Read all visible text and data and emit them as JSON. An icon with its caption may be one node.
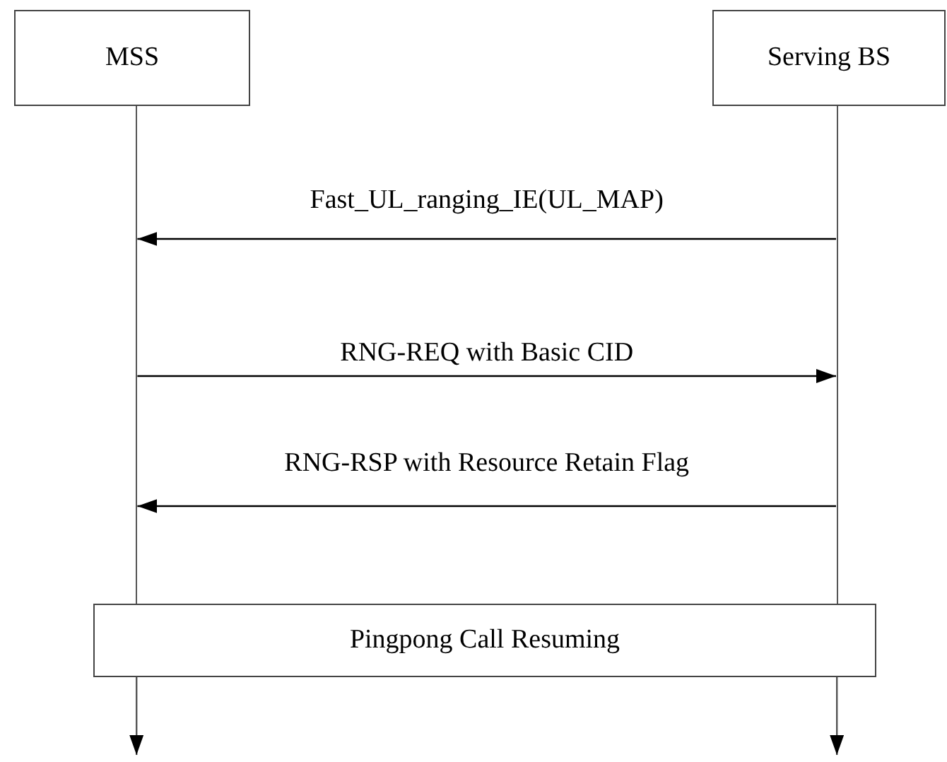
{
  "diagram": {
    "nodes": [
      {
        "text": [
          "MSS"
        ]
      },
      {
        "text": [
          "Serving BS"
        ]
      },
      {
        "text": [
          "Pingpong Call Resuming"
        ]
      },
      {
        "text": [],
        "shape": "bar"
      },
      {
        "text": [],
        "shape": "bar"
      }
    ],
    "edges": [
      {
        "from": 4,
        "to": 3,
        "arrow": "to",
        "label": "Fast_UL_ranging_IE(UL_MAP)"
      },
      {
        "from": 3,
        "to": 4,
        "arrow": "to",
        "label": "RNG-REQ with Basic CID"
      },
      {
        "from": 4,
        "to": 3,
        "arrow": "to",
        "label": "RNG-RSP with Resource Retain Flag"
      },
      {
        "from": 2,
        "to": null,
        "arrow": "to"
      },
      {
        "from": 2,
        "to": null,
        "arrow": "to"
      }
    ]
  }
}
